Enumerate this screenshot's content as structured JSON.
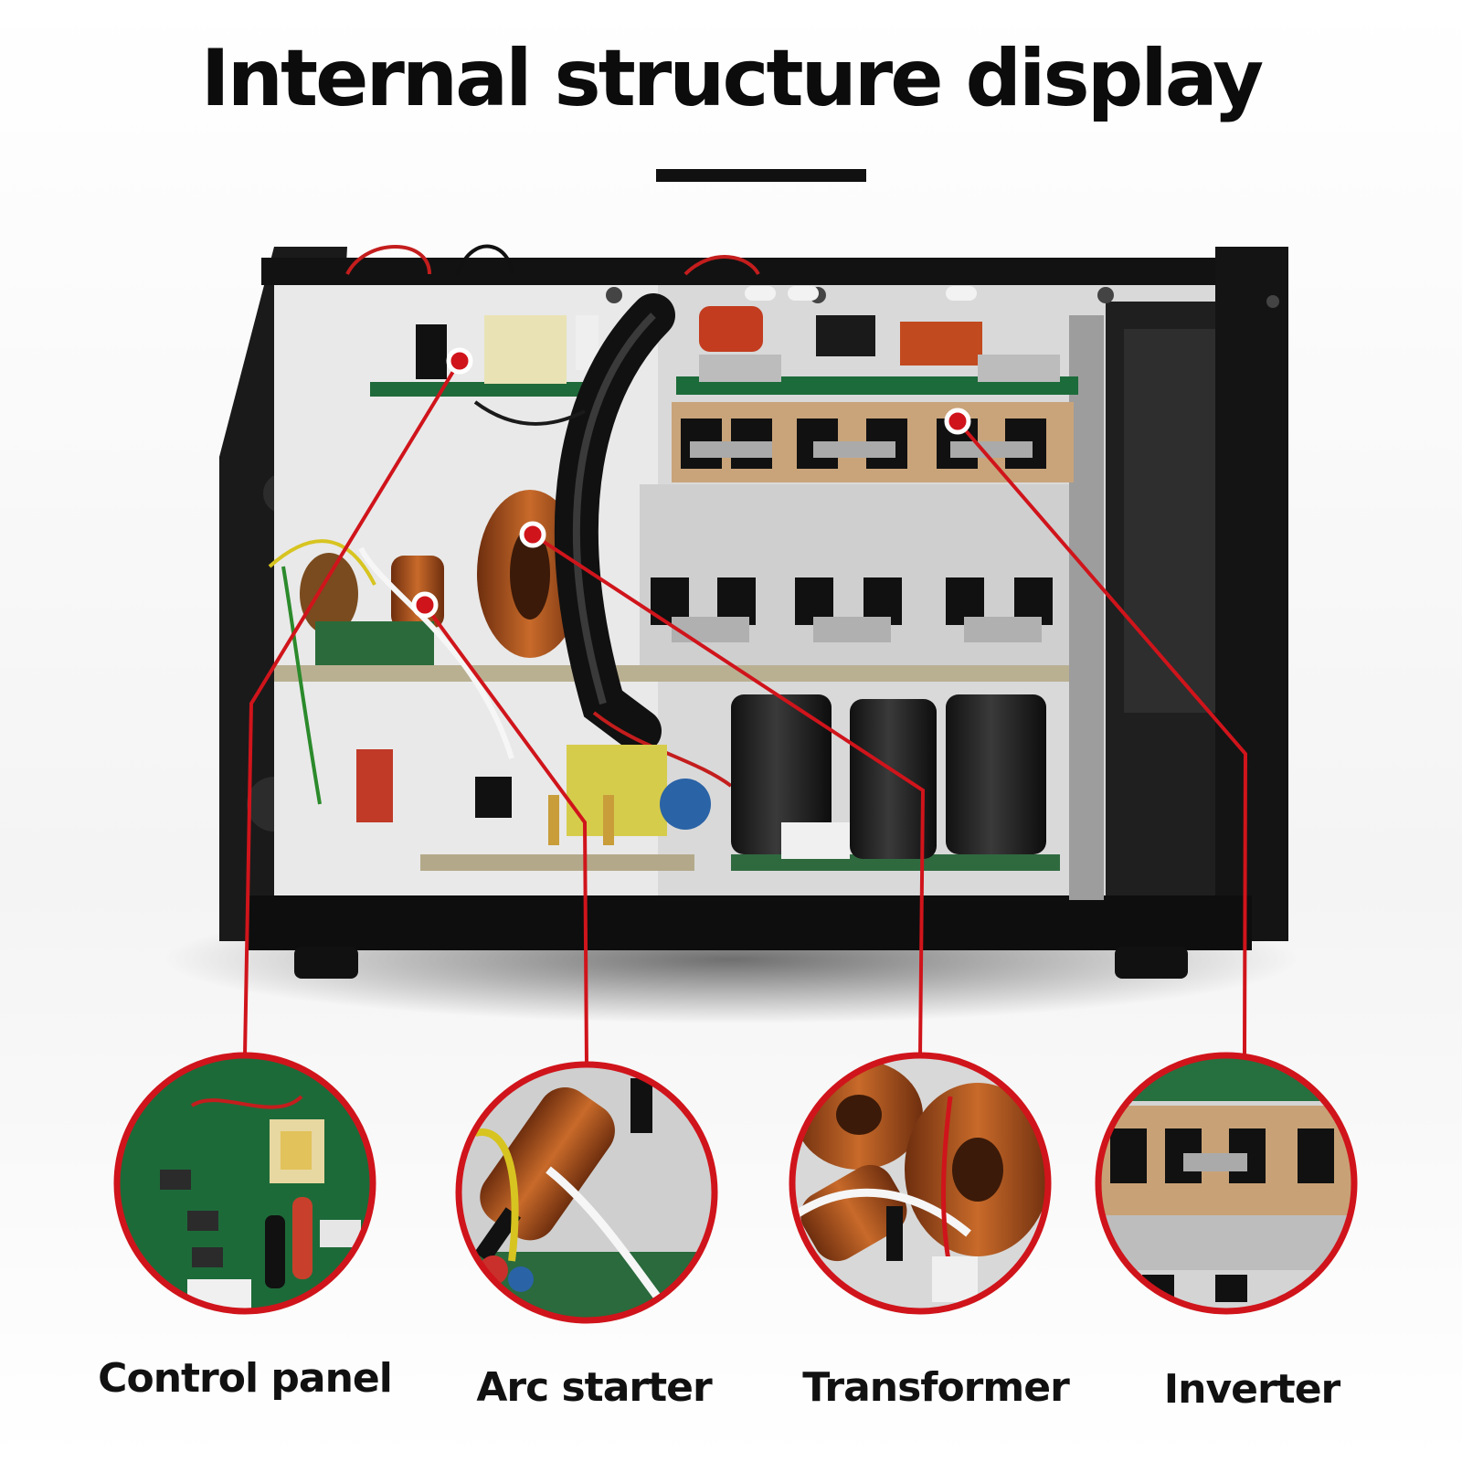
{
  "title": "Internal structure display",
  "accent_color": "#d0141b",
  "callouts": [
    {
      "label": "Control panel",
      "icon": "control-board-icon"
    },
    {
      "label": "Arc starter",
      "icon": "arc-coil-icon"
    },
    {
      "label": "Transformer",
      "icon": "transformer-coil-icon"
    },
    {
      "label": "Inverter",
      "icon": "inverter-module-icon"
    }
  ]
}
